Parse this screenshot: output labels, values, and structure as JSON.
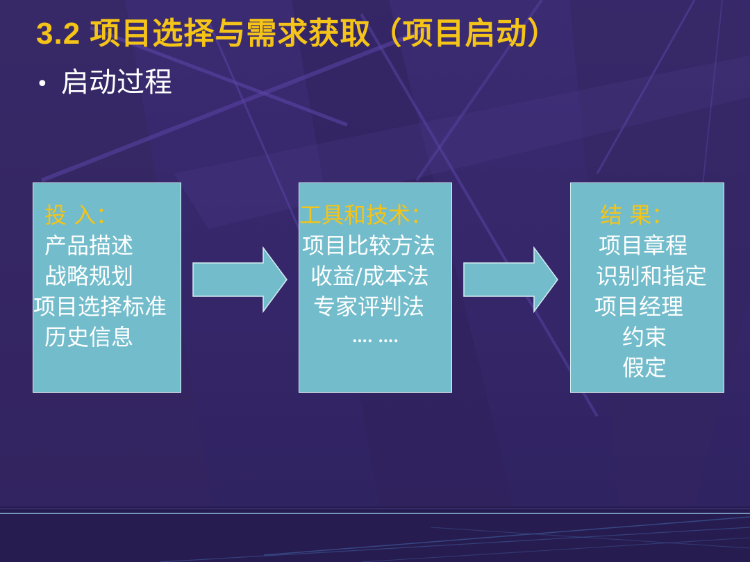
{
  "slide": {
    "title": "3.2 项目选择与需求获取（项目启动）",
    "bullet": "启动过程"
  },
  "boxes": {
    "input": {
      "heading": "投  入：",
      "items": [
        "产品描述",
        "战略规划",
        "项目选择标准",
        "历史信息"
      ]
    },
    "tools": {
      "heading": "工具和技术：",
      "items": [
        "项目比较方法",
        "收益/成本法",
        "专家评判法",
        "…. …."
      ]
    },
    "output": {
      "heading": "结  果：",
      "items": [
        "项目章程",
        "识别和指定",
        "项目经理",
        "约束",
        "假定"
      ]
    }
  },
  "colors": {
    "background": "#3a2a6e",
    "title": "#f5c418",
    "box_fill": "#72bccb",
    "arrow_fill": "#72bccb"
  }
}
